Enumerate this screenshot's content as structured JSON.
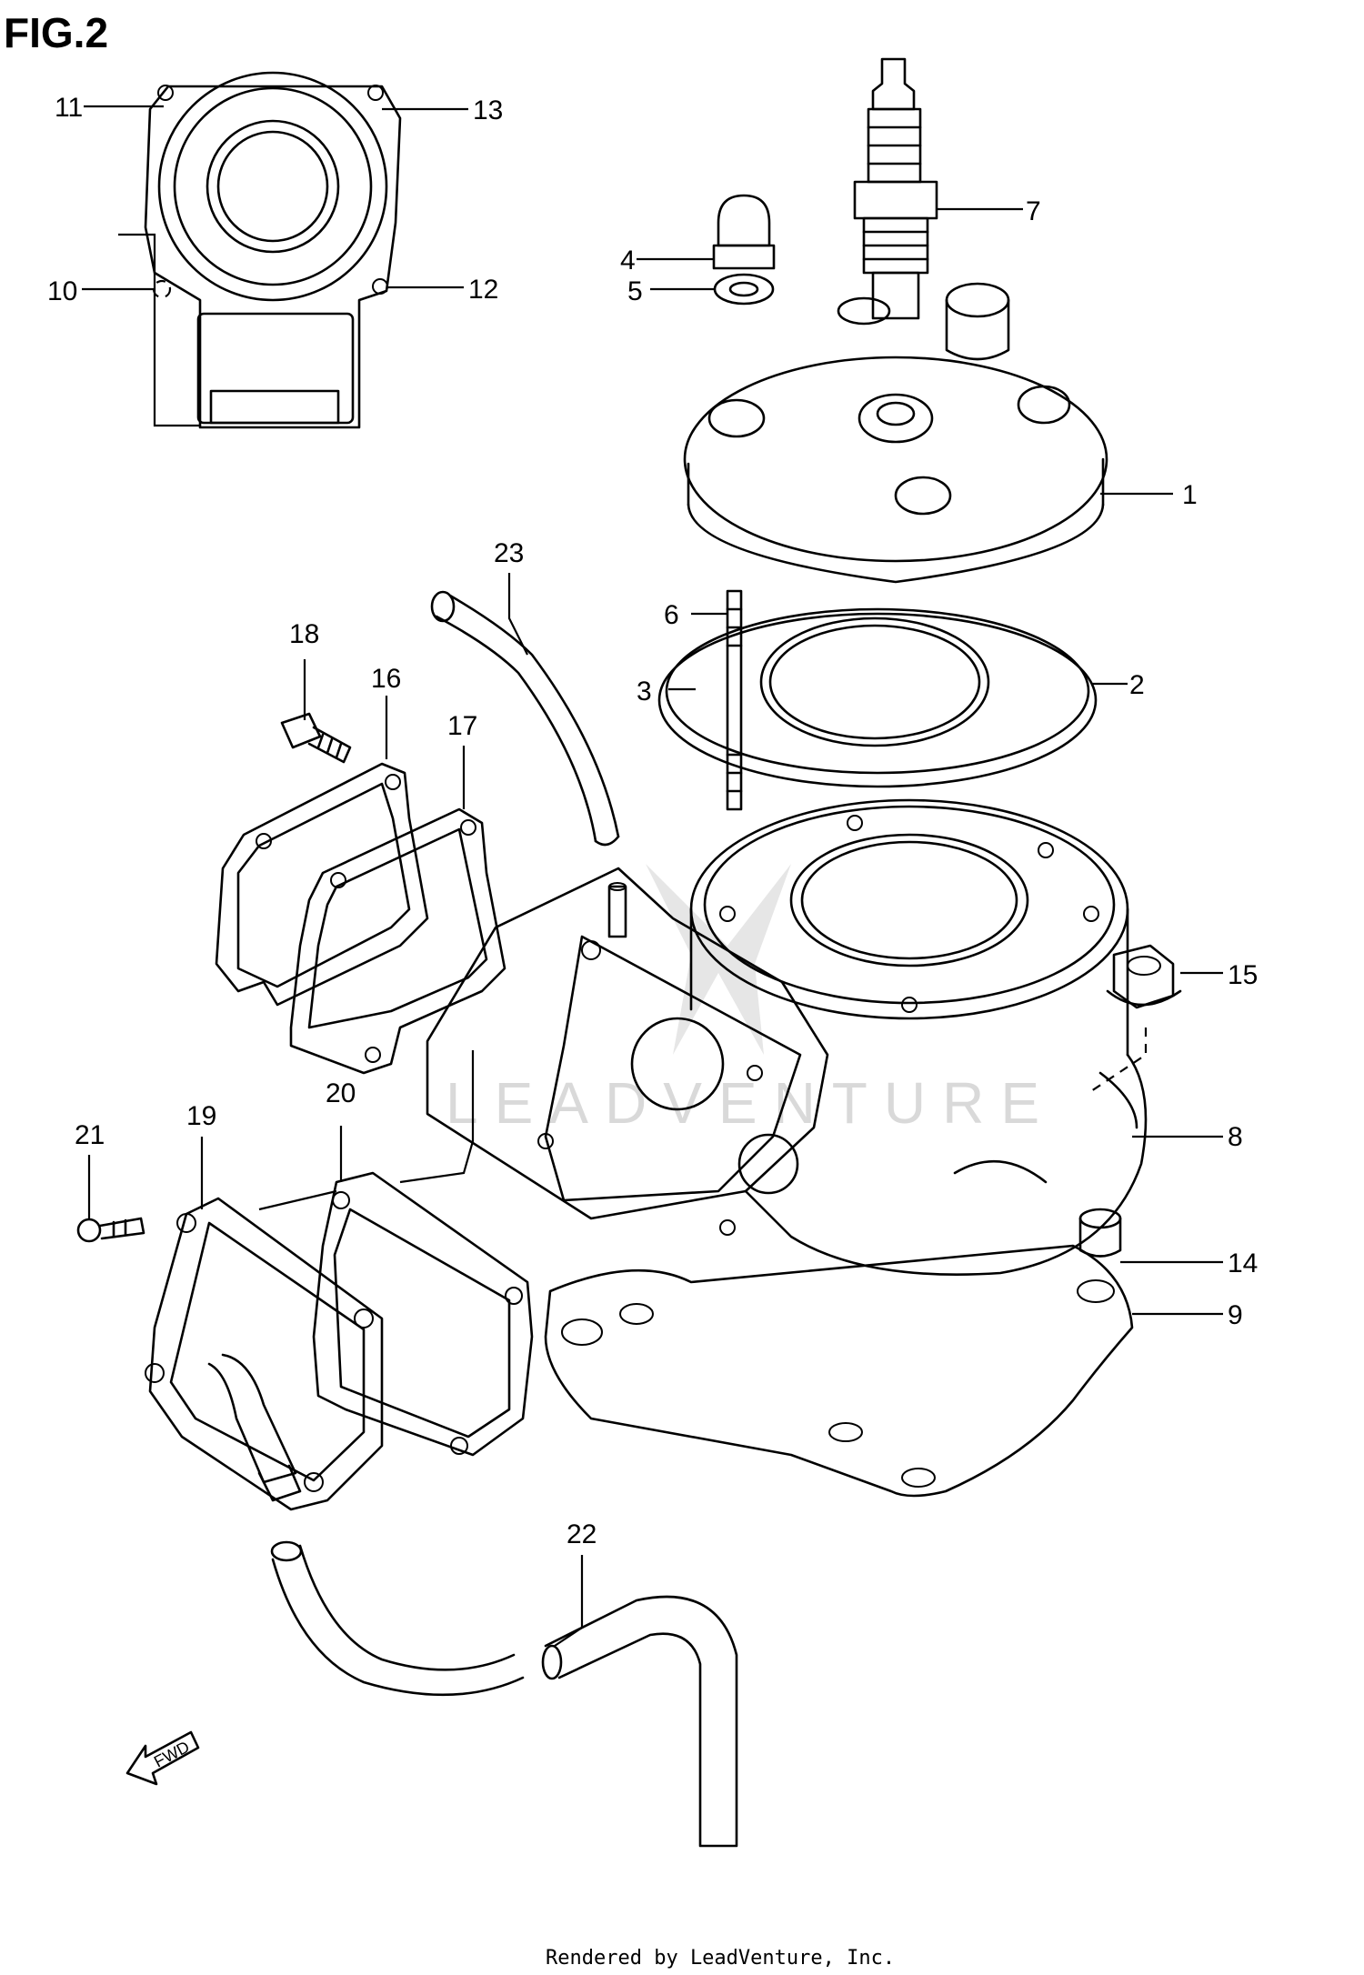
{
  "figure": {
    "title": "FIG.2"
  },
  "callouts": [
    "1",
    "2",
    "3",
    "4",
    "5",
    "6",
    "7",
    "8",
    "9",
    "10",
    "11",
    "12",
    "13",
    "14",
    "15",
    "16",
    "17",
    "18",
    "19",
    "20",
    "21",
    "22",
    "23"
  ],
  "fwd_label": "FWD",
  "watermark": "LEADVENTURE",
  "footer": "Rendered by LeadVenture, Inc."
}
